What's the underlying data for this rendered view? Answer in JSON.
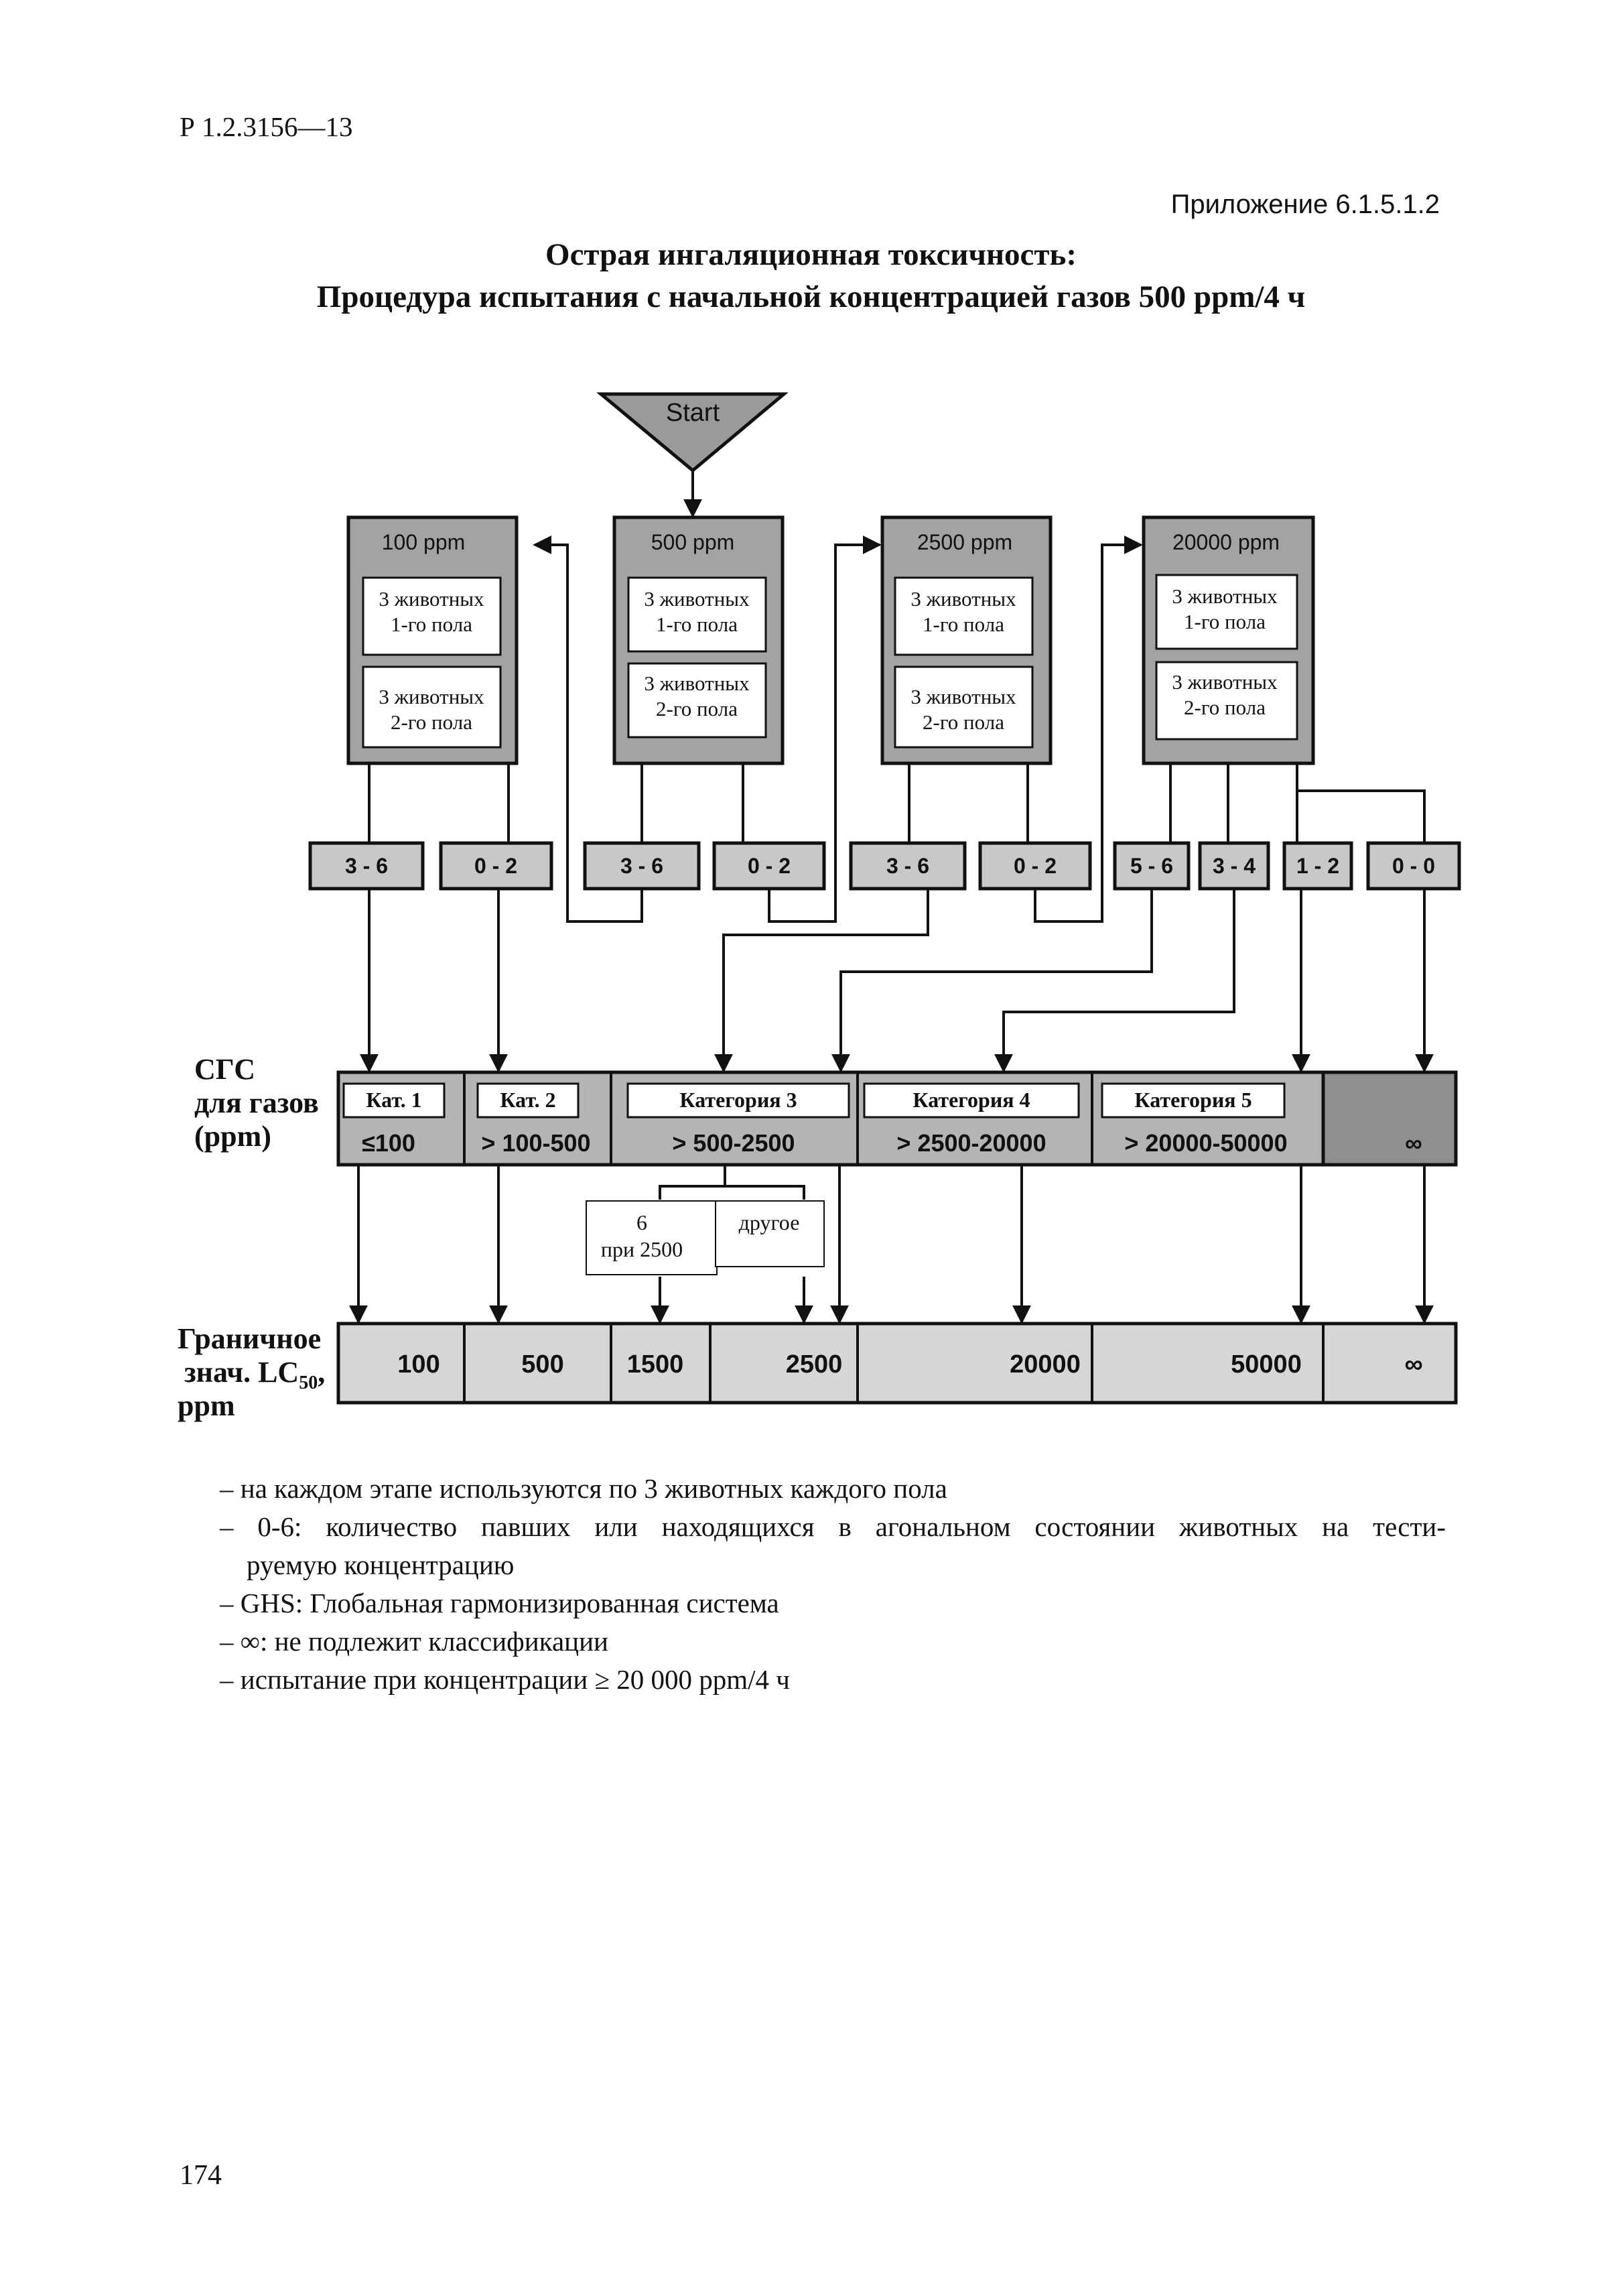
{
  "header": {
    "doc_code": "Р 1.2.3156—13",
    "appendix": "Приложение 6.1.5.1.2"
  },
  "title": {
    "line1": "Острая ингаляционная токсичность:",
    "line2": "Процедура испытания с начальной концентрацией газов 500 ppm/4 ч"
  },
  "diagram": {
    "start_label": "Start",
    "stages": [
      {
        "conc": "100 ppm",
        "group1": [
          "3 животных",
          "1-го пола"
        ],
        "group2": [
          "3 животных",
          "2-го пола"
        ]
      },
      {
        "conc": "500 ppm",
        "group1": [
          "3 животных",
          "1-го пола"
        ],
        "group2": [
          "3 животных",
          "2-го пола"
        ]
      },
      {
        "conc": "2500 ppm",
        "group1": [
          "3 животных",
          "1-го пола"
        ],
        "group2": [
          "3 животных",
          "2-го пола"
        ]
      },
      {
        "conc": "20000 ppm",
        "group1": [
          "3 животных",
          "1-го пола"
        ],
        "group2": [
          "3 животных",
          "2-го пола"
        ]
      }
    ],
    "outcomes": [
      "3 - 6",
      "0 - 2",
      "3 - 6",
      "0 - 2",
      "3 - 6",
      "0 - 2",
      "5 - 6",
      "3 - 4",
      "1 - 2",
      "0 - 0"
    ],
    "row1_label": [
      "СГС",
      "для газов",
      "(ppm)"
    ],
    "categories": [
      {
        "name": "Кат. 1",
        "range": "≤100"
      },
      {
        "name": "Кат. 2",
        "range": "> 100-500"
      },
      {
        "name": "Категория 3",
        "range": "> 500-2500"
      },
      {
        "name": "Категория 4",
        "range": "> 2500-20000"
      },
      {
        "name": "Категория 5",
        "range": "> 20000-50000"
      },
      {
        "name": "",
        "range": "∞"
      }
    ],
    "branch": {
      "left": [
        "6",
        "при 2500"
      ],
      "right": [
        "другое"
      ]
    },
    "row2_label_line1": "Граничное",
    "row2_label_line2_pre": "знач. LC",
    "row2_label_sub": "50",
    "row2_label_line2_post": ",",
    "row2_label_line3": "ppm",
    "limits": [
      "100",
      "500",
      "1500",
      "2500",
      "20000",
      "50000",
      "∞"
    ]
  },
  "notes": [
    "– на каждом этапе используются по 3 животных каждого пола",
    "– 0-6: количество павших или находящихся в агональном состоянии животных на тести-",
    "руемую концентрацию",
    "– GHS: Глобальная гармонизированная система",
    "– ∞: не подлежит классификации",
    "– испытание при концентрации ≥ 20 000 ppm/4 ч"
  ],
  "page_number": "174"
}
